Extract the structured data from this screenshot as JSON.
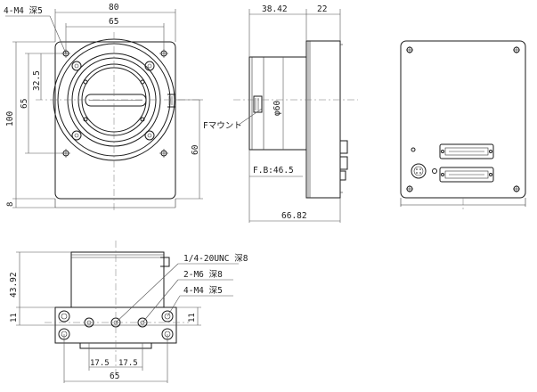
{
  "front_view": {
    "width_80": "80",
    "hole_pitch_65": "65",
    "height_100": "100",
    "hole_pitch_v_65": "65",
    "offset_32_5": "32.5",
    "offset_60": "60",
    "bottom_8": "8",
    "tap_label": "4-M4 深5"
  },
  "side_view": {
    "dim_38_42": "38.42",
    "dim_22": "22",
    "diameter_60": "φ60",
    "mount_label": "Fマウント",
    "flange_back": "F.B:46.5",
    "total_66_82": "66.82"
  },
  "bottom_view": {
    "height_43_92": "43.92",
    "height_11_left": "11",
    "height_11_right": "11",
    "spacing_17_5_a": "17.5",
    "spacing_17_5_b": "17.5",
    "width_65": "65",
    "tap_unc": "1/4-20UNC 深8",
    "tap_m6": "2-M6 深8",
    "tap_m4": "4-M4 深5"
  }
}
